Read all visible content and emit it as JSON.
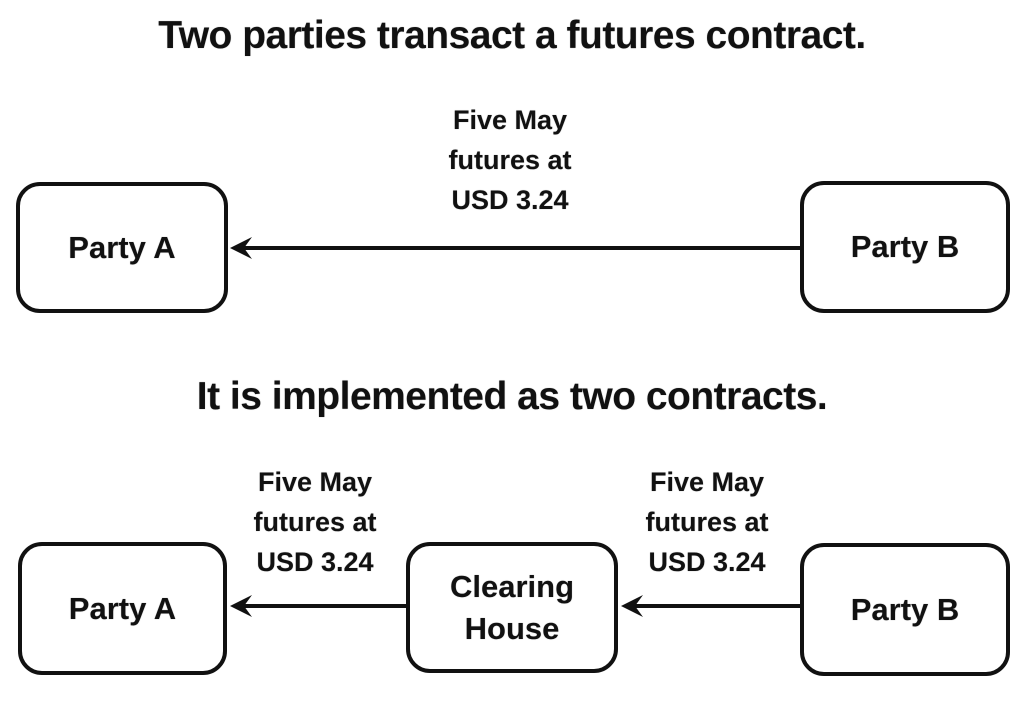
{
  "colors": {
    "background": "#ffffff",
    "ink": "#111111"
  },
  "top_section": {
    "title": "Two parties transact a futures contract.",
    "party_a": {
      "label": "Party A"
    },
    "party_b": {
      "label": "Party B"
    },
    "arrow": {
      "direction": "party-b-to-party-a",
      "label_lines": [
        "Five May",
        "futures at",
        "USD 3.24"
      ]
    }
  },
  "bottom_section": {
    "title": "It is implemented as two contracts.",
    "party_a": {
      "label": "Party A"
    },
    "clearing_house": {
      "label_lines": [
        "Clearing",
        "House"
      ]
    },
    "party_b": {
      "label": "Party B"
    },
    "arrow_left": {
      "direction": "clearing-house-to-party-a",
      "label_lines": [
        "Five May",
        "futures at",
        "USD 3.24"
      ]
    },
    "arrow_right": {
      "direction": "party-b-to-clearing-house",
      "label_lines": [
        "Five May",
        "futures at",
        "USD 3.24"
      ]
    }
  }
}
